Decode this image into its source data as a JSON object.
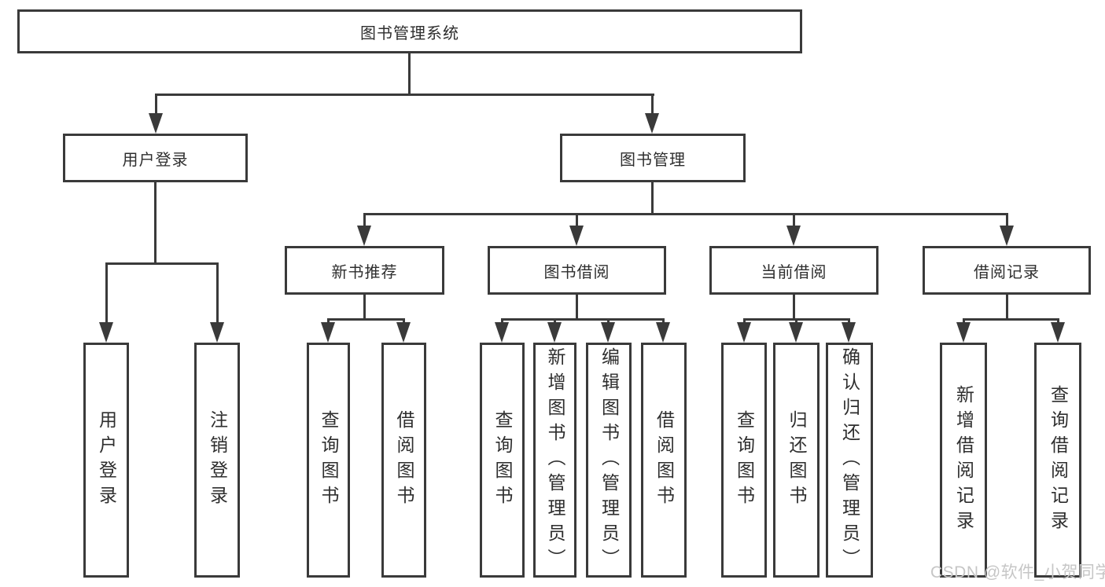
{
  "title": "图书管理系统",
  "user_login": {
    "label": "用户登录",
    "children": [
      {
        "label": "用户登录"
      },
      {
        "label": "注销登录"
      }
    ]
  },
  "book_mgmt": {
    "label": "图书管理",
    "sections": [
      {
        "label": "新书推荐",
        "children": [
          {
            "label": "查询图书"
          },
          {
            "label": "借阅图书"
          }
        ]
      },
      {
        "label": "图书借阅",
        "children": [
          {
            "label": "查询图书"
          },
          {
            "label": "新增图书（管理员）"
          },
          {
            "label": "编辑图书（管理员）"
          },
          {
            "label": "借阅图书"
          }
        ]
      },
      {
        "label": "当前借阅",
        "children": [
          {
            "label": "查询图书"
          },
          {
            "label": "归还图书"
          },
          {
            "label": "确认归还（管理员）"
          }
        ]
      },
      {
        "label": "借阅记录",
        "children": [
          {
            "label": "新增借阅记录"
          },
          {
            "label": "查询借阅记录"
          }
        ]
      }
    ]
  },
  "watermark": "CSDN @软件_小贺同学"
}
